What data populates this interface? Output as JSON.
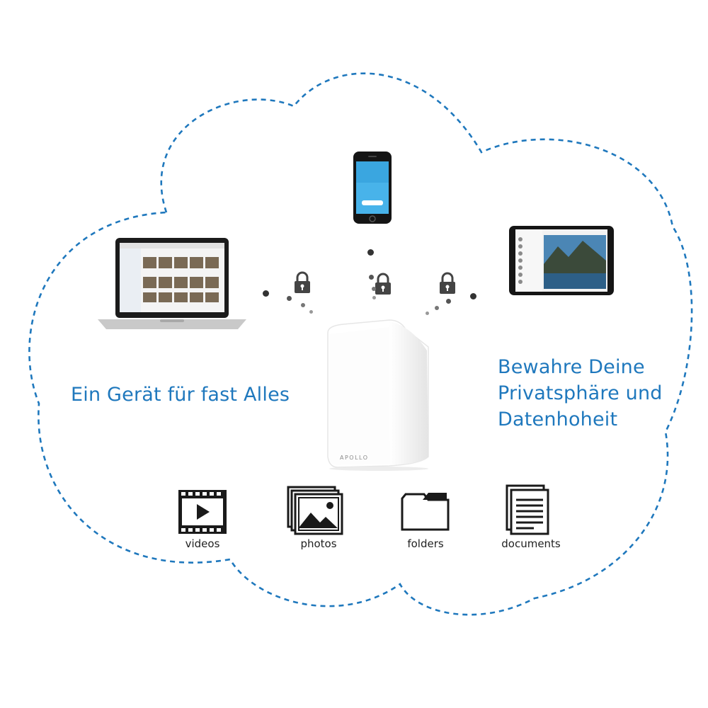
{
  "taglines": {
    "left": "Ein Gerät für fast Alles",
    "right_lines": [
      "Bewahre Deine",
      "Privatsphäre und",
      "Datenhoheit"
    ]
  },
  "device": {
    "brand": "APOLLO"
  },
  "categories": [
    {
      "label": "videos",
      "icon": "video-icon"
    },
    {
      "label": "photos",
      "icon": "photos-icon"
    },
    {
      "label": "folders",
      "icon": "folder-icon"
    },
    {
      "label": "documents",
      "icon": "document-icon"
    }
  ],
  "colors": {
    "accent": "#1f78bd",
    "cloud_outline": "#1f78bd",
    "icon_dark": "#1a1a1a"
  }
}
